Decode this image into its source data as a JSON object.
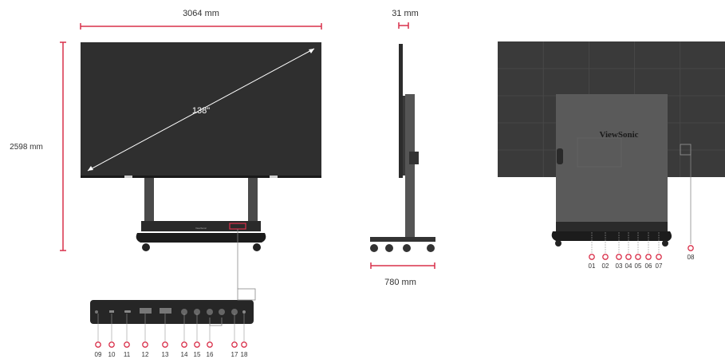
{
  "dimensions": {
    "width": "3064 mm",
    "height": "2598 mm",
    "depth": "31 mm",
    "base_width": "780 mm",
    "diagonal": "138\""
  },
  "brand": "ViewSonic",
  "colors": {
    "accent": "#d9304a",
    "screen": "#2f2f2f",
    "frame": "#555555",
    "base": "#1c1c1c"
  },
  "back_port_labels": [
    "01",
    "02",
    "03",
    "04",
    "05",
    "06",
    "07",
    "08"
  ],
  "front_port_labels": [
    "09",
    "10",
    "11",
    "12",
    "13",
    "14",
    "15",
    "16",
    "17",
    "18"
  ]
}
